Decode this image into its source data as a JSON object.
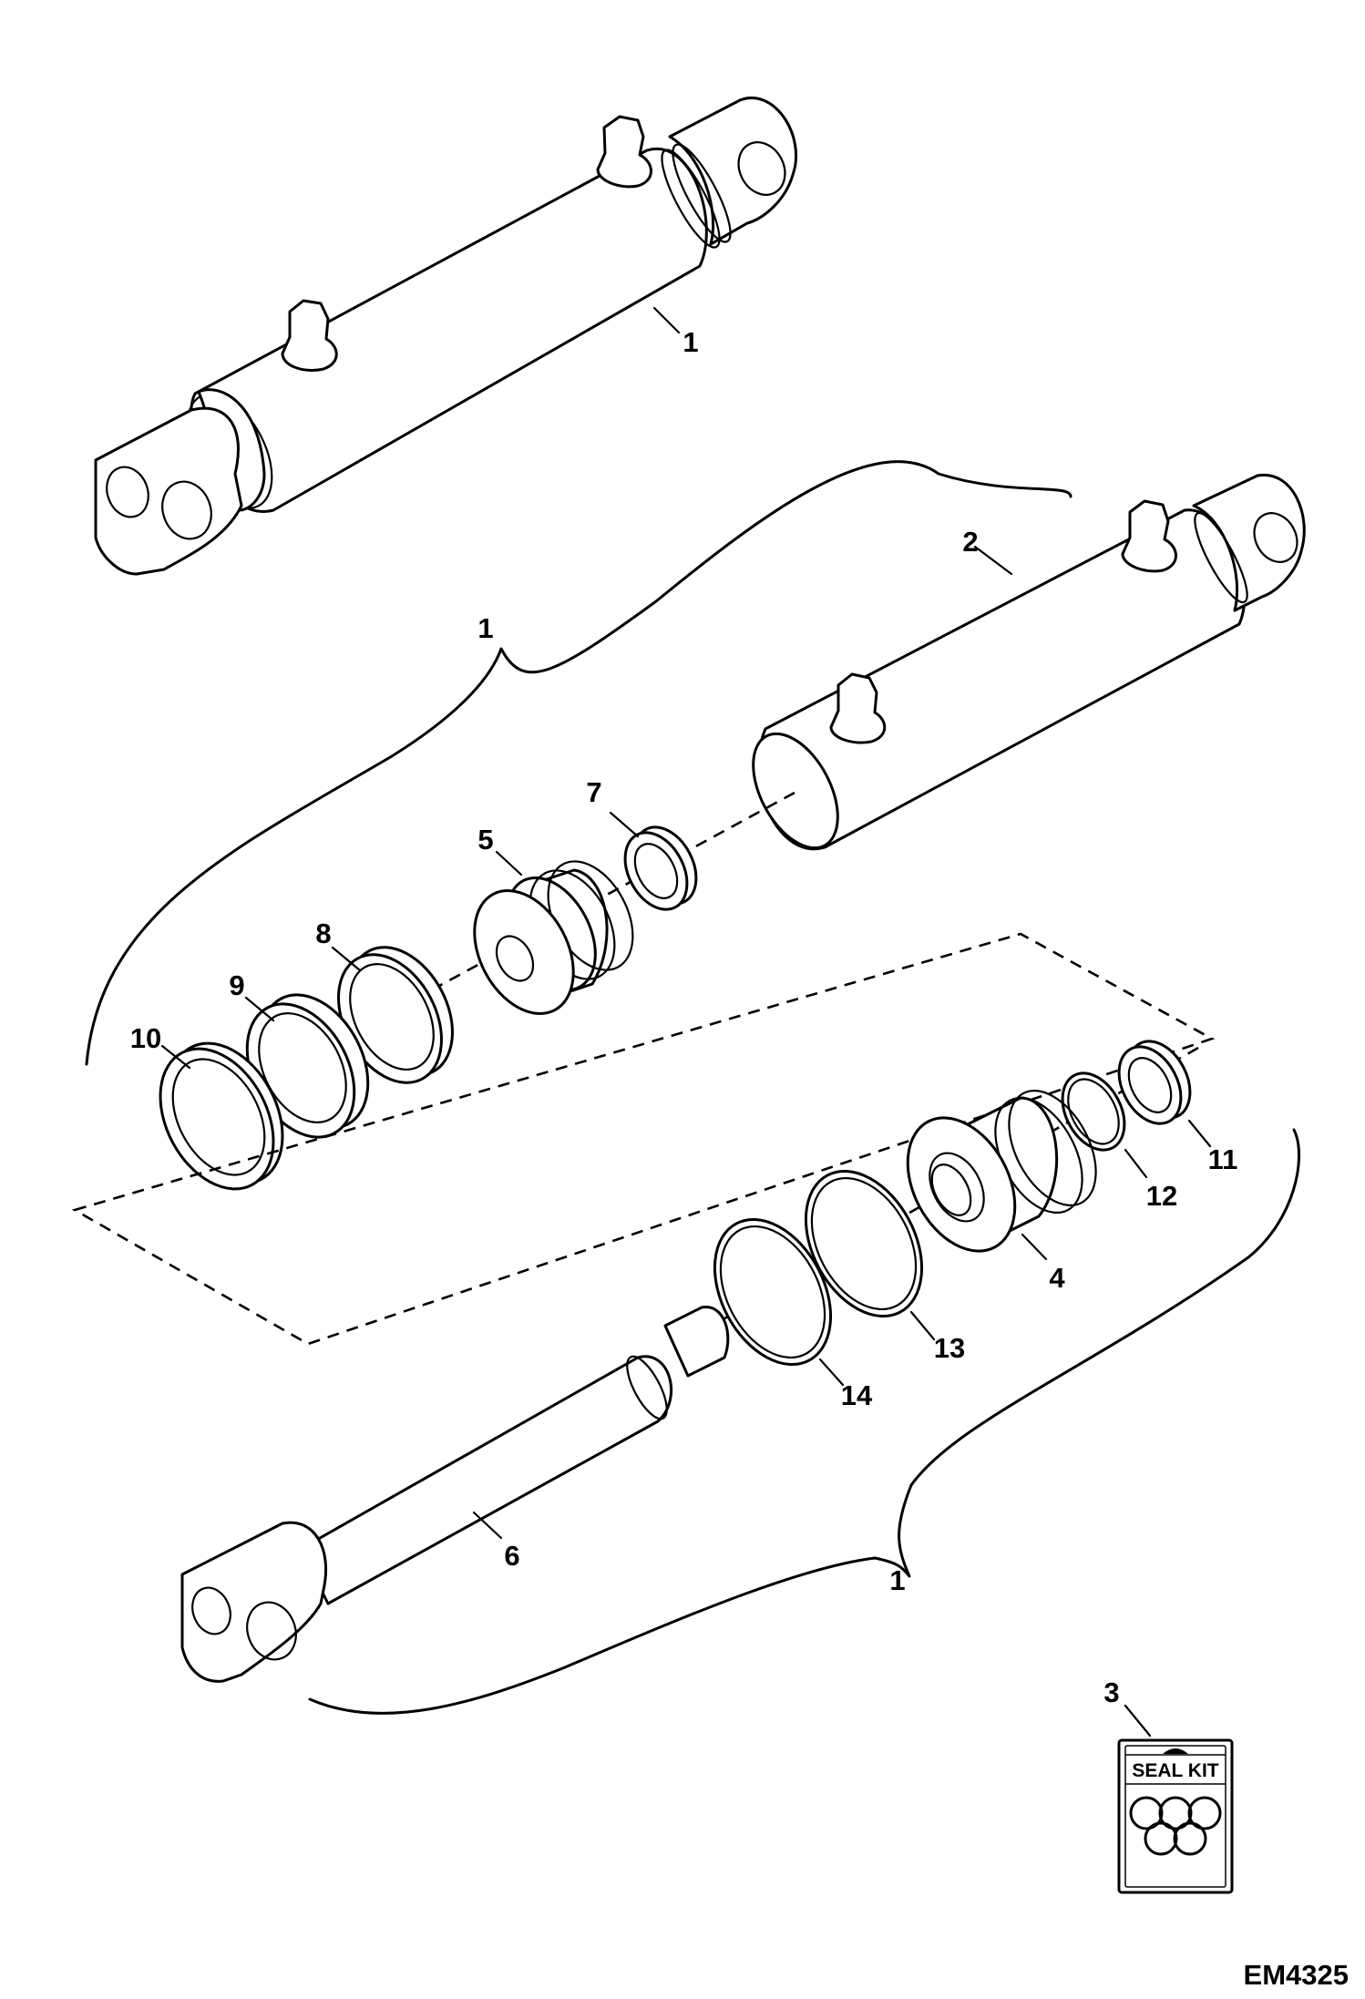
{
  "diagram": {
    "callouts": {
      "c1_top": "1",
      "c1_mid": "1",
      "c1_bottom": "1",
      "c2": "2",
      "c3": "3",
      "c4": "4",
      "c5": "5",
      "c6": "6",
      "c7": "7",
      "c8": "8",
      "c9": "9",
      "c10": "10",
      "c11": "11",
      "c12": "12",
      "c13": "13",
      "c14": "14"
    },
    "seal_kit_label": "SEAL KIT",
    "figure_code": "EM4325"
  }
}
